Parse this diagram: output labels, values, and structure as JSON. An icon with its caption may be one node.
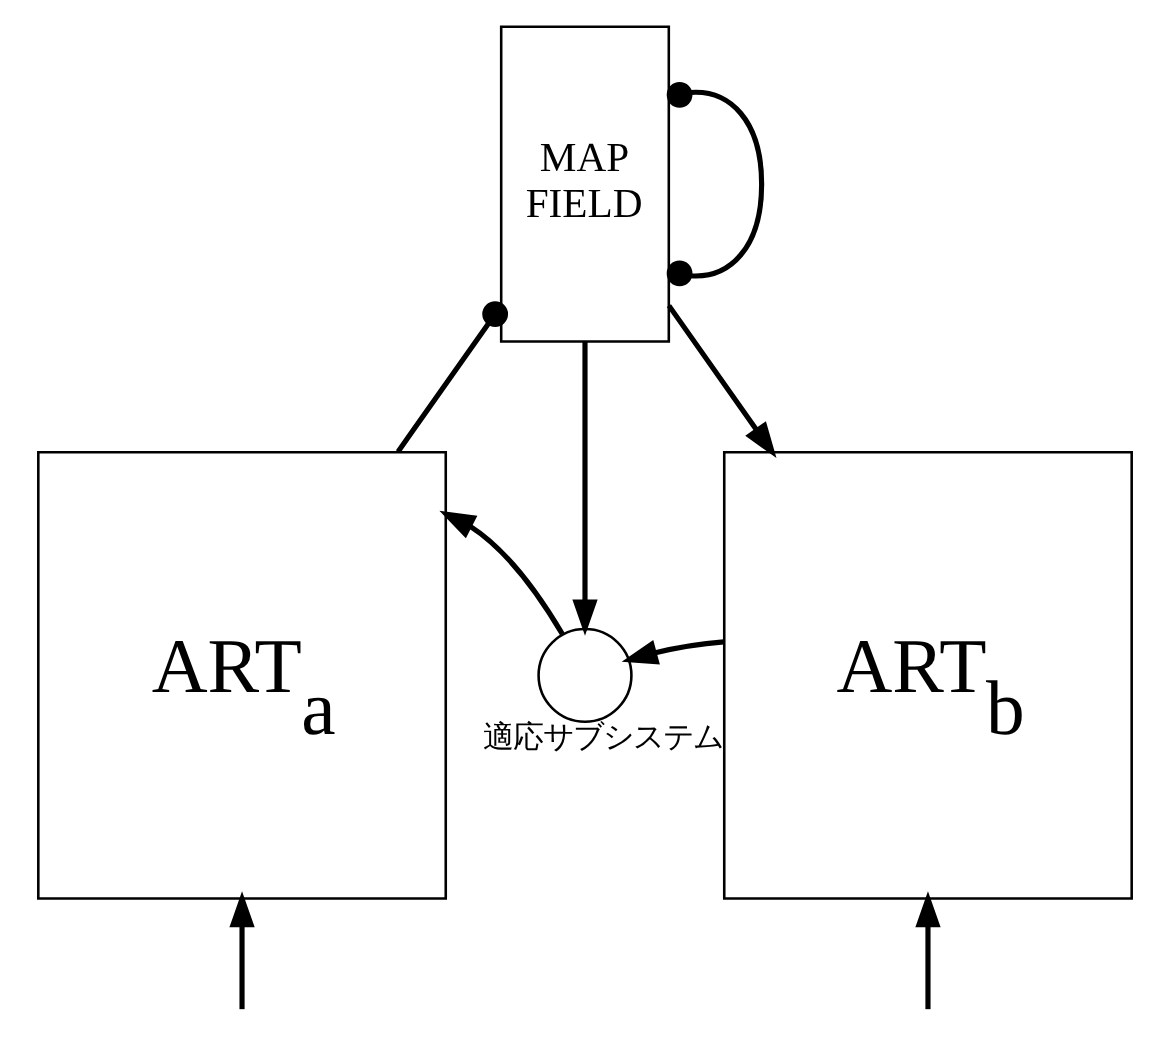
{
  "diagram": {
    "nodes": [
      {
        "text": [
          "MAP FIELD"
        ]
      },
      {
        "text": [
          "ART$_{a}$"
        ]
      },
      {
        "text": [
          "ART$_{b}$"
        ]
      },
      {
        "text": [],
        "shape": "circle",
        "beside": [
          "適応サブシステム"
        ]
      }
    ],
    "edges": [
      {
        "from": 1,
        "to": 0,
        "arrow": "other"
      },
      {
        "from": 0,
        "to": 0,
        "arrow": "other"
      },
      {
        "from": 0,
        "to": 2,
        "arrow": "to"
      },
      {
        "from": 0,
        "to": 3,
        "arrow": "to"
      },
      {
        "from": 2,
        "to": 3,
        "arrow": "to"
      },
      {
        "from": 3,
        "to": 1,
        "arrow": "to"
      },
      {
        "from": null,
        "to": 1,
        "arrow": "to"
      },
      {
        "from": null,
        "to": 2,
        "arrow": "to"
      }
    ]
  }
}
